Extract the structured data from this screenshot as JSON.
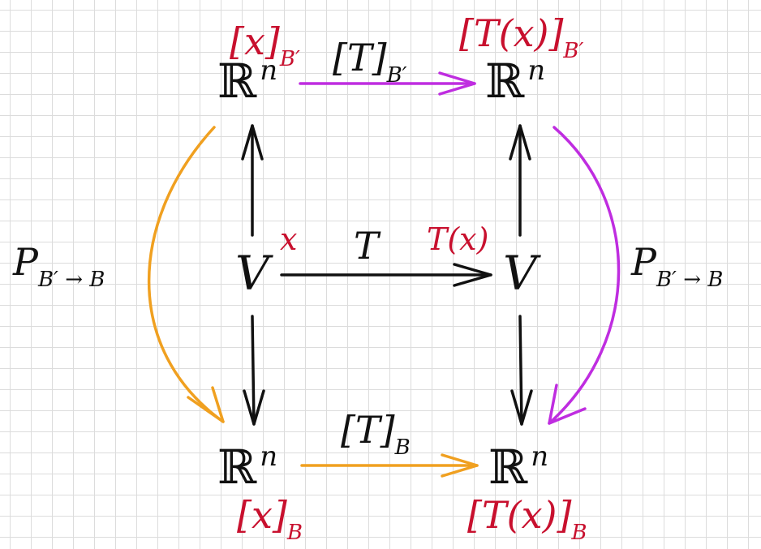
{
  "colors": {
    "black": "#111111",
    "red": "#c8102e",
    "orange": "#f0a020",
    "purple": "#bf2de0",
    "grid": "#dcdcdc"
  },
  "nodes": {
    "top_left": {
      "symbol": "ℝ",
      "exp": "n"
    },
    "top_right": {
      "symbol": "ℝ",
      "exp": "n"
    },
    "mid_left": {
      "symbol": "V"
    },
    "mid_right": {
      "symbol": "V"
    },
    "bottom_left": {
      "symbol": "ℝ",
      "exp": "n"
    },
    "bottom_right": {
      "symbol": "ℝ",
      "exp": "n"
    }
  },
  "arrow_labels": {
    "top": {
      "main": "[T]",
      "sub": "B′"
    },
    "middle": {
      "main": "T"
    },
    "bottom": {
      "main": "[T]",
      "sub": "B"
    },
    "left_curve": {
      "main": "P",
      "sub": "B′ → B"
    },
    "right_curve": {
      "main": "P",
      "sub": "B′ → B"
    }
  },
  "element_labels": {
    "top_left": {
      "main": "[x]",
      "sub": "B′"
    },
    "top_right": {
      "main": "[T(x)]",
      "sub": "B′"
    },
    "mid_left": {
      "main": "x"
    },
    "mid_right": {
      "main": "T(x)"
    },
    "bottom_left": {
      "main": "[x]",
      "sub": "B"
    },
    "bottom_right": {
      "main": "[T(x)]",
      "sub": "B"
    }
  }
}
